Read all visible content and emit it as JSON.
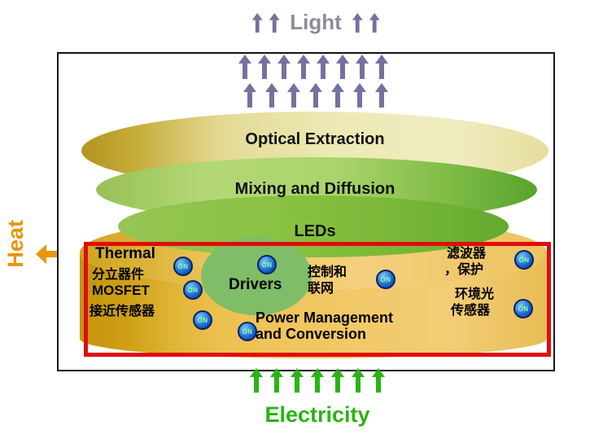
{
  "diagram": {
    "light_label": "Light",
    "heat_label": "Heat",
    "electricity_label": "Electricity",
    "layers": {
      "optical_extraction": "Optical Extraction",
      "mixing_and_diffusion": "Mixing and Diffusion",
      "leds": "LEDs"
    },
    "modules": {
      "thermal": "Thermal",
      "discrete_devices": "分立器件",
      "mosfet": "MOSFET",
      "proximity_sensor": "接近传感器",
      "drivers": "Drivers",
      "control_networking_line1": "控制和",
      "control_networking_line2": "联网",
      "power_management_line1": "Power Management",
      "power_management_line2": "and Conversion",
      "filter_protection_line1": "滤波器",
      "filter_protection_line2": "，保护",
      "ambient_light_line1": "环境光",
      "ambient_light_line2": "传感器"
    },
    "on_badge_label": "ON",
    "colors": {
      "heat": "#E8950C",
      "electricity": "#2BB314",
      "light_text": "#8C8C99",
      "arrow_purple": "#72729F",
      "highlight_red": "#E00D0D"
    }
  }
}
